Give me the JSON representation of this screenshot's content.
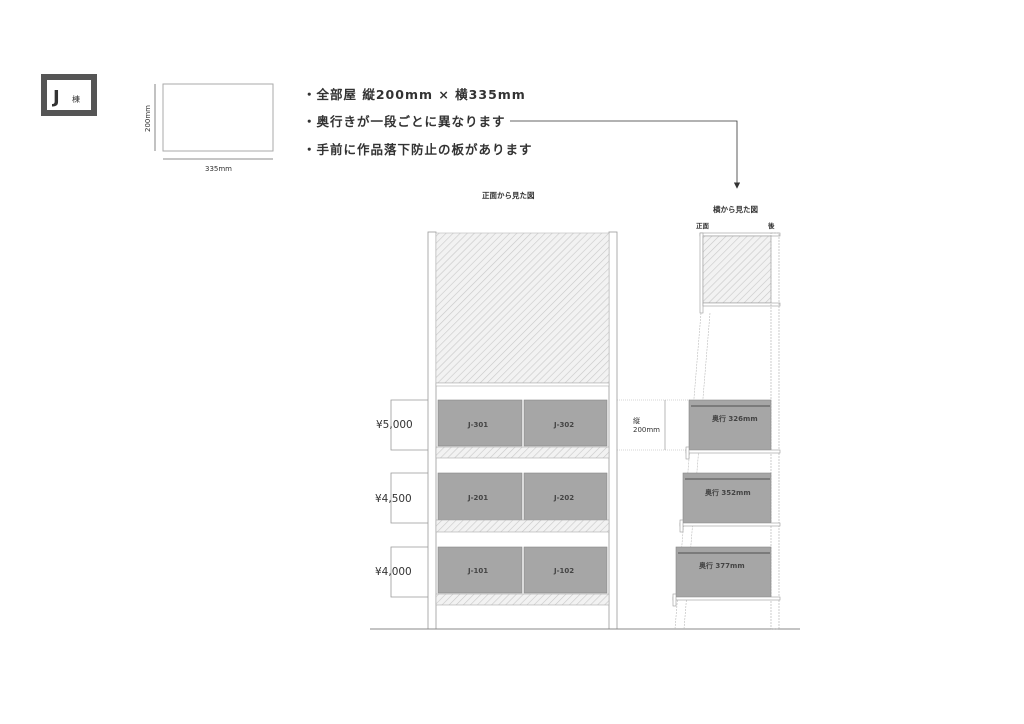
{
  "badge": {
    "letter": "J",
    "suffix": "棟"
  },
  "size_diagram": {
    "height_label": "200mm",
    "width_label": "335mm"
  },
  "notes": [
    "・全部屋 縦200mm × 横335mm",
    "・奥行きが一段ごとに異なります",
    "・手前に作品落下防止の板があります"
  ],
  "front_view": {
    "title": "正面から見た図",
    "rows": [
      {
        "price": "¥5,000",
        "rooms": [
          "J-301",
          "J-302"
        ]
      },
      {
        "price": "¥4,500",
        "rooms": [
          "J-201",
          "J-202"
        ]
      },
      {
        "price": "¥4,000",
        "rooms": [
          "J-101",
          "J-102"
        ]
      }
    ],
    "height_dim": {
      "line1": "縦",
      "line2": "200mm"
    }
  },
  "side_view": {
    "title": "横から見た図",
    "front_label": "正面",
    "back_label": "後",
    "depths": [
      "奥行 326mm",
      "奥行 352mm",
      "奥行 377mm"
    ]
  },
  "colors": {
    "frame": "#555555",
    "box": "#a6a6a6",
    "line": "#999999"
  }
}
